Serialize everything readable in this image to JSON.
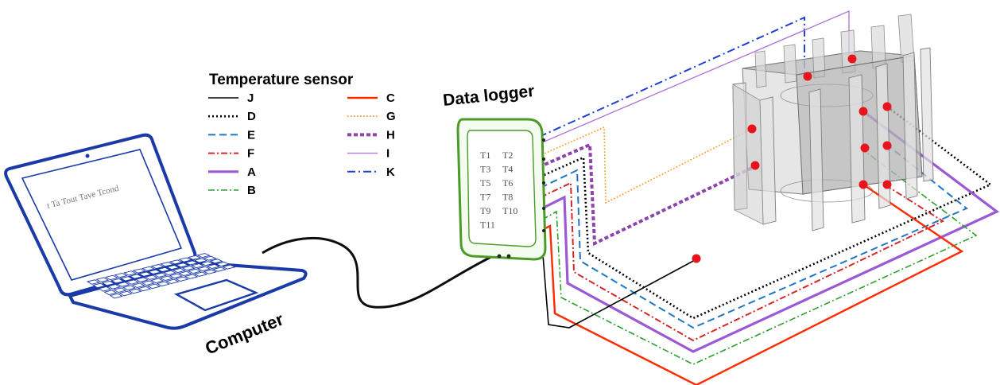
{
  "legend": {
    "title": "Temperature sensor",
    "items": [
      {
        "label": "J",
        "color": "#000000",
        "dash": "",
        "width": 1.6
      },
      {
        "label": "D",
        "color": "#000000",
        "dash": "2 3",
        "width": 2.6
      },
      {
        "label": "E",
        "color": "#1f77c4",
        "dash": "9 5",
        "width": 2
      },
      {
        "label": "F",
        "color": "#d62728",
        "dash": "8 3 2 3",
        "width": 2
      },
      {
        "label": "A",
        "color": "#9b59d6",
        "dash": "",
        "width": 3.2
      },
      {
        "label": "B",
        "color": "#2ca02c",
        "dash": "8 3 2 3",
        "width": 1.6
      },
      {
        "label": "C",
        "color": "#ff2a00",
        "dash": "",
        "width": 2.4
      },
      {
        "label": "G",
        "color": "#ff8c00",
        "dash": "1.5 2.5",
        "width": 1.6
      },
      {
        "label": "H",
        "color": "#8e44ad",
        "dash": "5 3",
        "width": 4
      },
      {
        "label": "I",
        "color": "#b278d6",
        "dash": "",
        "width": 1.4
      },
      {
        "label": "K",
        "color": "#1f3fd6",
        "dash": "10 4 2 4",
        "width": 2
      }
    ]
  },
  "logger": {
    "title": "Data logger",
    "channels": [
      "T1",
      "T2",
      "T3",
      "T4",
      "T5",
      "T6",
      "T7",
      "T8",
      "T9",
      "T10",
      "T11"
    ]
  },
  "computer": {
    "label": "Computer",
    "screen_text": "t  Ta  Tout  Tave  Tcond"
  },
  "colors": {
    "frame_blue": "#1a3aa8",
    "logger_green": "#4c9a2a",
    "sensor_dot": "#e8131b",
    "tank_gray": "#9a9a9a"
  }
}
